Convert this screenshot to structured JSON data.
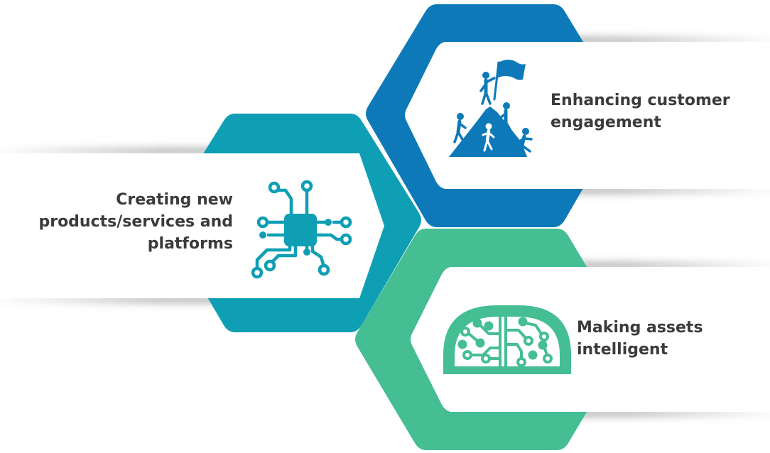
{
  "colors": {
    "teal": "#0f9fb4",
    "blue": "#0d79b8",
    "green": "#45be93",
    "card": "#ffffff",
    "text": "#3b3b3d"
  },
  "items": [
    {
      "id": "products",
      "label": "Creating new products/services and platforms",
      "icon": "circuit-chip-icon",
      "color": "#0f9fb4"
    },
    {
      "id": "engagement",
      "label": "Enhancing customer engagement",
      "icon": "mountain-climbers-icon",
      "color": "#0d79b8"
    },
    {
      "id": "assets",
      "label": "Making assets intelligent",
      "icon": "circuit-brain-icon",
      "color": "#45be93"
    }
  ]
}
